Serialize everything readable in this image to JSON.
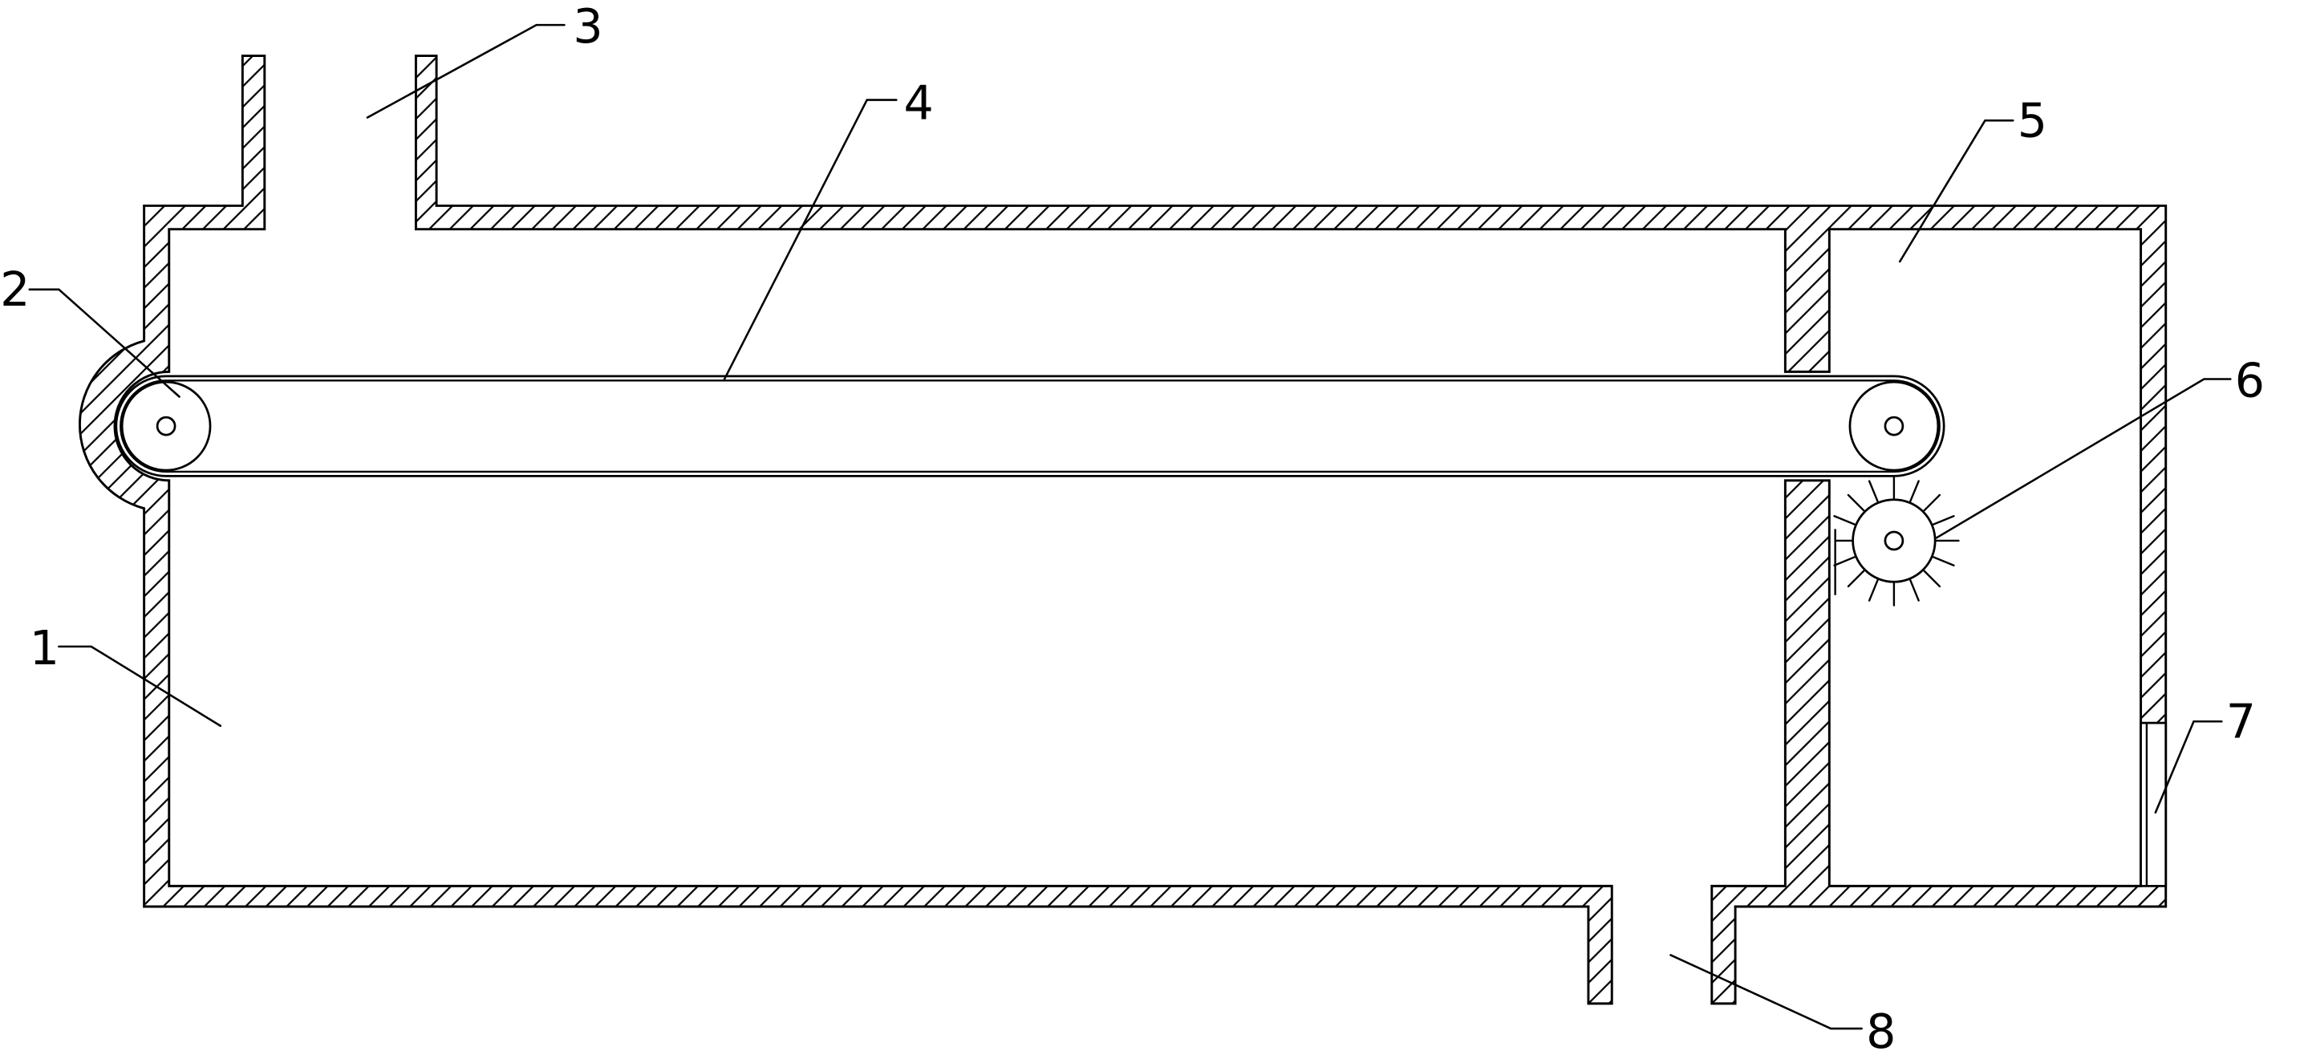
{
  "callouts": {
    "housing": "1",
    "left_pulley": "2",
    "inlet_pipe": "3",
    "conveyor_belt": "4",
    "side_chamber": "5",
    "brush_roller": "6",
    "access_door": "7",
    "outlet_pipe": "8"
  },
  "colors": {
    "line": "#000000",
    "background": "#ffffff"
  }
}
